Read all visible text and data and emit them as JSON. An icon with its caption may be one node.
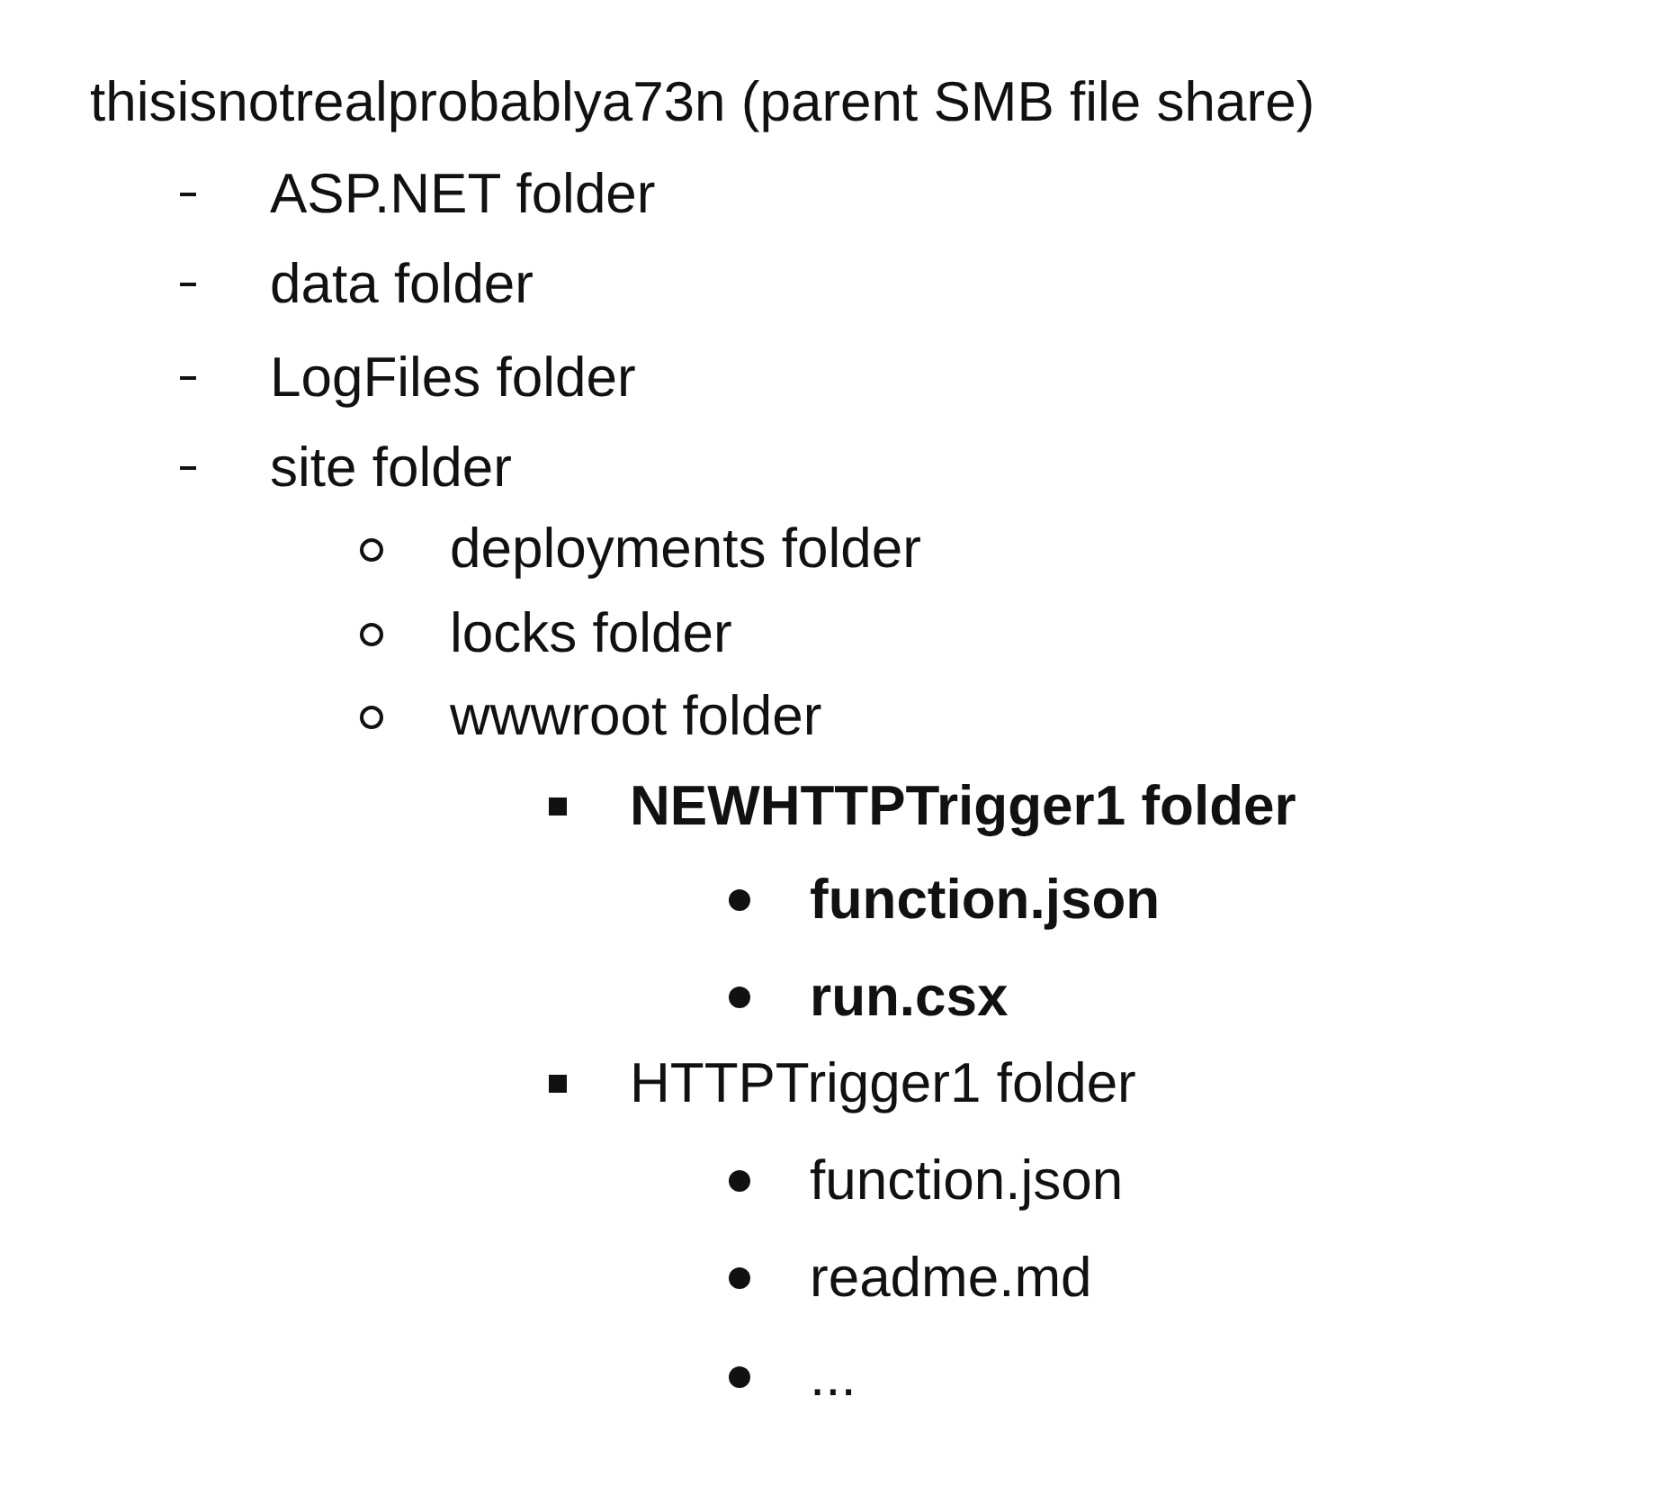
{
  "diagram": {
    "labels": [
      "thisisnotrealprobablya73n (parent SMB file share)",
      "ASP.NET folder",
      "data folder",
      "LogFiles folder",
      "site folder",
      "deployments folder",
      "locks folder",
      "wwwroot folder",
      "NEWHTTPTrigger1 folder",
      "function.json",
      "run.csx",
      "HTTPTrigger1 folder",
      "function.json",
      "readme.md",
      "..."
    ]
  }
}
